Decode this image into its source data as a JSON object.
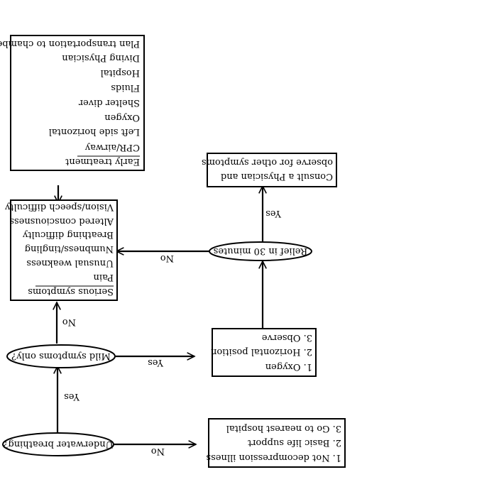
{
  "boxes": {
    "early_treatment": {
      "heading": "Early treatment",
      "lines": [
        "CPR/airway",
        "Left side horizontal",
        "Oxygen",
        "Shelter diver",
        "Fluids",
        "Hospital",
        "Diving Physician",
        "Plan transportation to chamber"
      ]
    },
    "serious_symptoms": {
      "heading": "Serious symptoms",
      "lines": [
        "Pain",
        "Unusual weakness",
        "Numbness/tingling",
        "Breathing difficulty",
        "Altered consciousness",
        "Vision/speech difficulty"
      ]
    },
    "consult": {
      "lines": [
        "Consult a Physician and",
        "observe for other symptoms"
      ]
    },
    "first_aid": {
      "lines": [
        "1. Oxygen",
        "2. Horizontal position",
        "3. Observe"
      ]
    },
    "not_dci": {
      "lines": [
        "1. Not decompression illness",
        "2. Basic life support",
        "3. Go to nearest hospital"
      ]
    }
  },
  "decisions": {
    "relief": "Relief in 30 minutes",
    "mild": "Mild symptoms only?",
    "underwater": "Underwater breathing?"
  },
  "edges": {
    "relief_to_serious": "No",
    "relief_to_consult": "Yes",
    "mild_to_firstaid": "Yes",
    "mild_to_serious": "No",
    "underwater_to_mild": "Yes",
    "underwater_to_notdci": "No"
  }
}
